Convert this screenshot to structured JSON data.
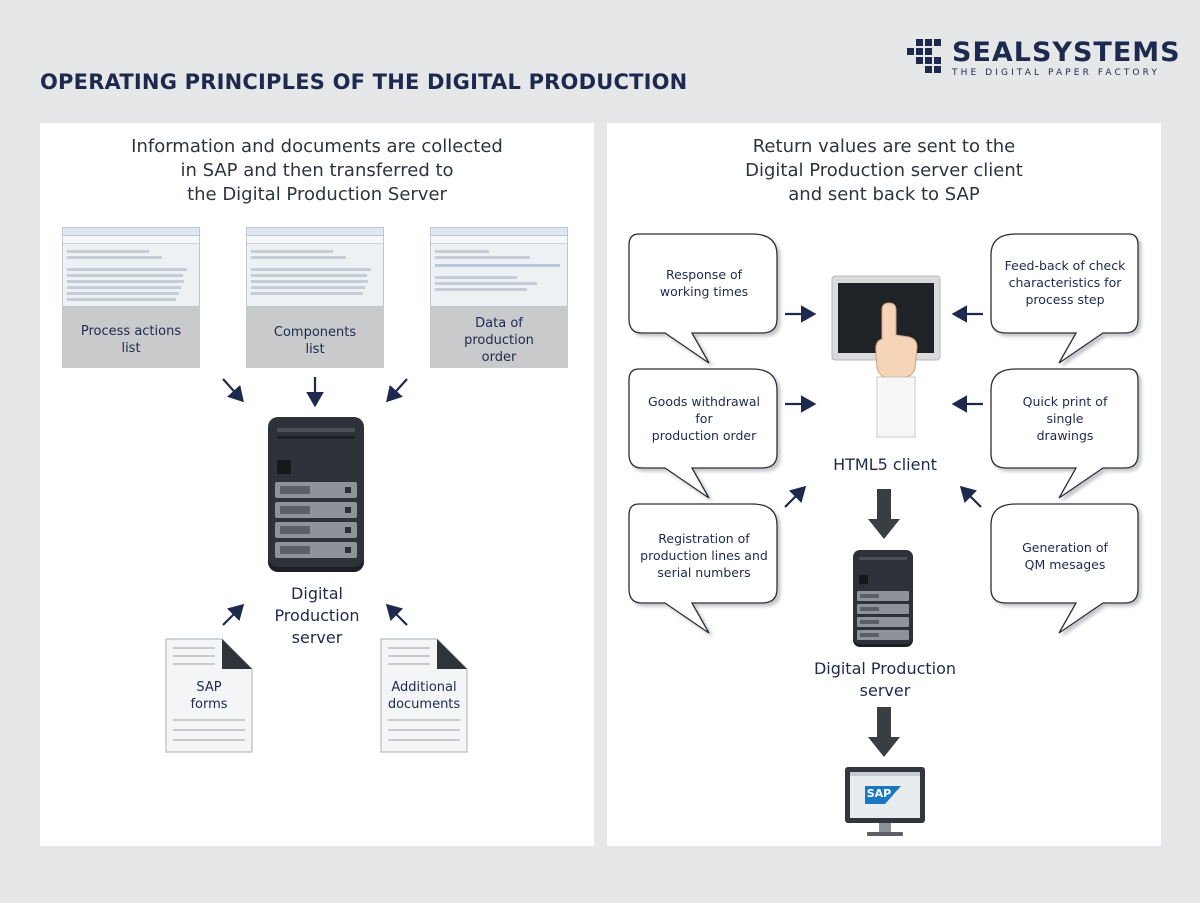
{
  "page_title": "OPERATING PRINCIPLES OF THE DIGITAL PRODUCTION",
  "logo": {
    "name": "SEALSYSTEMS",
    "tagline": "THE DIGITAL PAPER FACTORY",
    "color": "#1d2a4d"
  },
  "colors": {
    "navy": "#1d2a4d",
    "background": "#e6e7e9",
    "panel": "#ffffff",
    "card": "#c9cacc"
  },
  "left": {
    "heading": [
      "Information and documents are collected",
      "in SAP and then transferred to",
      "the Digital Production Server"
    ],
    "cards": [
      {
        "lines": [
          "Process actions",
          "list"
        ]
      },
      {
        "lines": [
          "Components",
          "list"
        ]
      },
      {
        "lines": [
          "Data of",
          "production",
          "order"
        ]
      }
    ],
    "server_label": [
      "Digital",
      "Production",
      "server"
    ],
    "documents": [
      {
        "lines": [
          "SAP",
          "forms"
        ]
      },
      {
        "lines": [
          "Additional",
          "documents"
        ]
      }
    ]
  },
  "right": {
    "heading": [
      "Return values are sent to the",
      "Digital Production server client",
      "and sent back to SAP"
    ],
    "bubbles_left": [
      {
        "lines": [
          "Response of",
          "working times"
        ]
      },
      {
        "lines": [
          "Goods withdrawal",
          "for",
          "production order"
        ]
      },
      {
        "lines": [
          "Registration of",
          "production lines and",
          "serial numbers"
        ]
      }
    ],
    "bubbles_right": [
      {
        "lines": [
          "Feed-back of check",
          "characteristics for",
          "process step"
        ]
      },
      {
        "lines": [
          "Quick print of",
          "single",
          "drawings"
        ]
      },
      {
        "lines": [
          "Generation of",
          "QM mesages"
        ]
      }
    ],
    "client_label": "HTML5 client",
    "server_label": [
      "Digital Production",
      "server"
    ],
    "sap_logo": "SAP"
  }
}
